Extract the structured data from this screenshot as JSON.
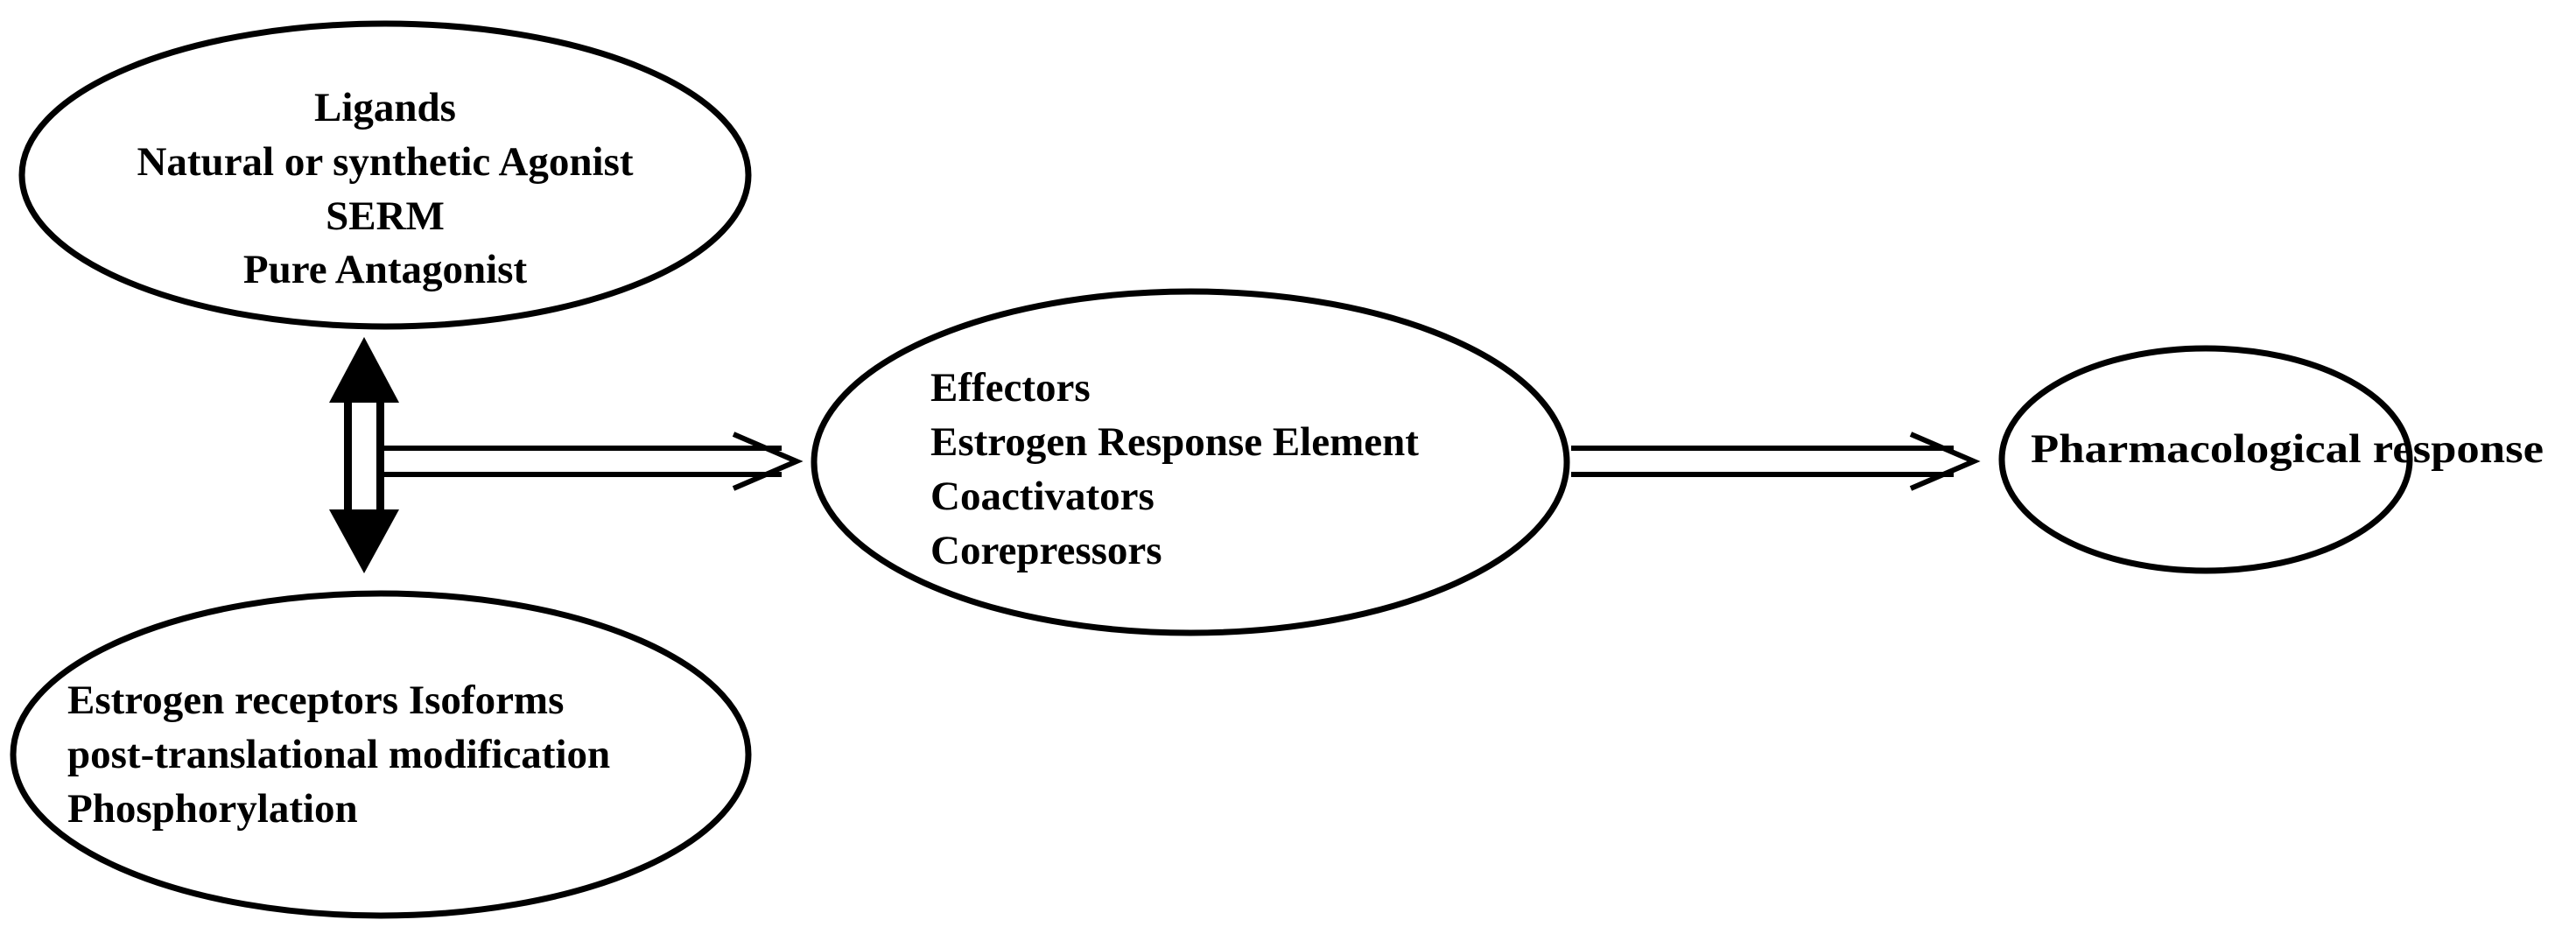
{
  "diagram": {
    "nodes": {
      "ligands": {
        "lines": [
          "Ligands",
          "Natural or synthetic Agonist",
          "SERM",
          "Pure Antagonist"
        ]
      },
      "receptors": {
        "lines": [
          "Estrogen receptors Isoforms",
          "post-translational modification",
          "Phosphorylation"
        ]
      },
      "effectors": {
        "lines": [
          "Effectors",
          "Estrogen Response Element",
          "Coactivators",
          "Corepressors"
        ]
      },
      "response": {
        "lines": [
          "Pharmacological response"
        ]
      }
    },
    "edges": [
      {
        "from": "ligands",
        "to": "receptors",
        "style": "bidirectional-solid"
      },
      {
        "from": "ligands-receptors",
        "to": "effectors",
        "style": "hollow-double"
      },
      {
        "from": "effectors",
        "to": "response",
        "style": "hollow-double"
      }
    ]
  }
}
